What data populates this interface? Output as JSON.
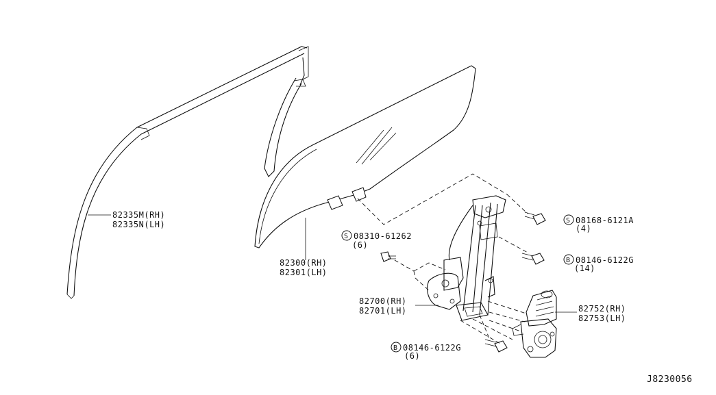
{
  "diagram_id": "J8230056",
  "callouts": {
    "weatherstrip": {
      "rh": "82335M(RH)",
      "lh": "82335N(LH)"
    },
    "glass": {
      "rh": "82300(RH)",
      "lh": "82301(LH)"
    },
    "regulator": {
      "rh": "82700(RH)",
      "lh": "82701(LH)"
    },
    "motor": {
      "rh": "82752(RH)",
      "lh": "82753(LH)"
    },
    "screw_s": {
      "symbol": "S",
      "part": "08310-61262",
      "qty": "(6)"
    },
    "bolt_s_top": {
      "symbol": "S",
      "part": "08168-6121A",
      "qty": "(4)"
    },
    "bolt_b_mid": {
      "symbol": "B",
      "part": "08146-6122G",
      "qty": "(14)"
    },
    "bolt_b_low": {
      "symbol": "B",
      "part": "08146-6122G",
      "qty": "(6)"
    }
  }
}
